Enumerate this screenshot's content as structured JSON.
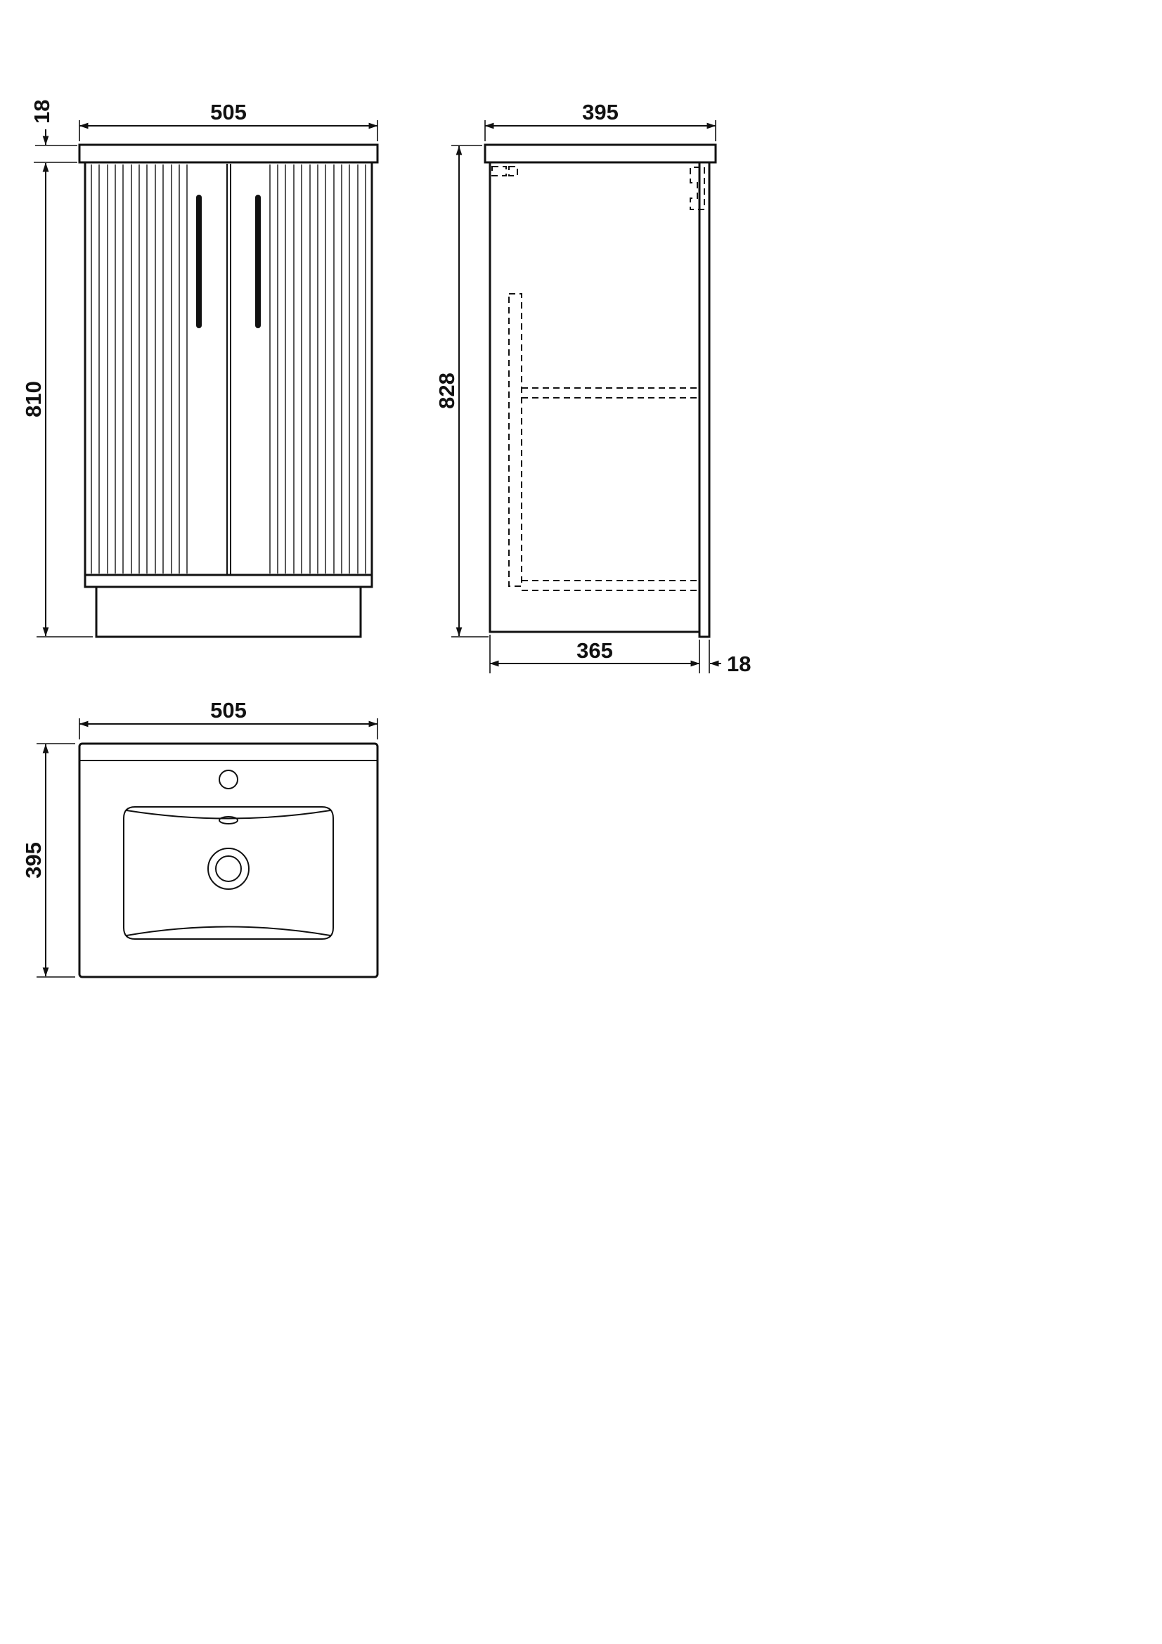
{
  "drawing": {
    "background_color": "#ffffff",
    "line_color": "#111111",
    "views": {
      "front": {
        "dims": {
          "width": "505",
          "counter_thickness": "18",
          "height": "810"
        }
      },
      "side": {
        "dims": {
          "depth": "395",
          "height": "828",
          "carcass_depth": "365",
          "door_thickness": "18"
        }
      },
      "plan": {
        "dims": {
          "width": "505",
          "depth": "395"
        }
      }
    }
  }
}
